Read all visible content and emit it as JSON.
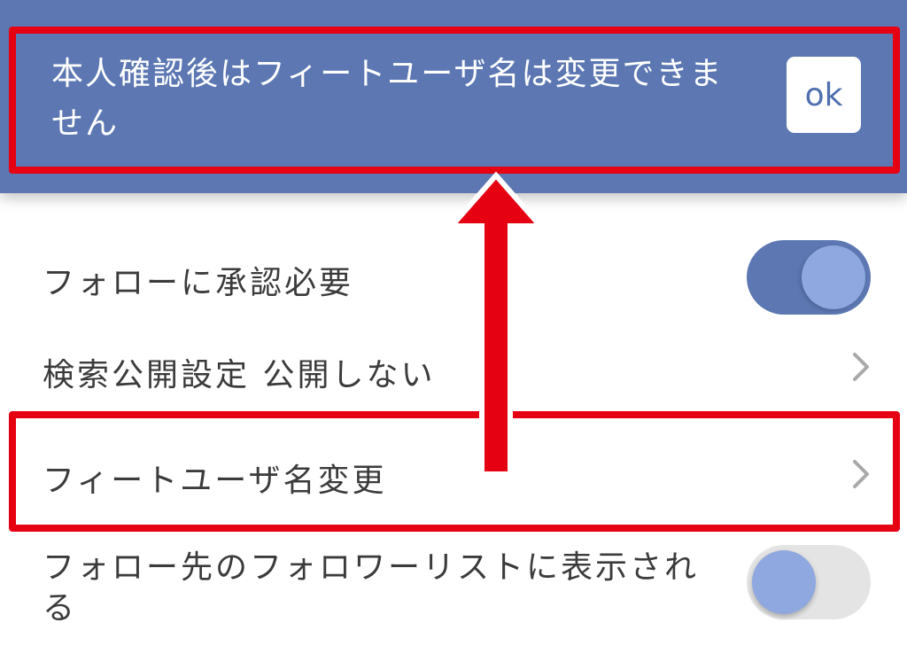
{
  "snackbar": {
    "message": "本人確認後はフィートユーザ名は変更できません",
    "ok_label": "ok"
  },
  "settings": {
    "items": [
      {
        "label": "フォローに承認必要",
        "control": "toggle",
        "state": "on"
      },
      {
        "label": "検索公開設定 公開しない",
        "control": "chevron"
      },
      {
        "label": "フィートユーザ名変更",
        "control": "chevron"
      },
      {
        "label": "フォロー先のフォロワーリストに表示される",
        "control": "toggle",
        "state": "off"
      }
    ]
  },
  "colors": {
    "brand_blue": "#5c77b2",
    "knob_blue": "#8fa8e0",
    "annotation_red": "#e50012"
  },
  "icons": [
    "chevron-right-icon",
    "arrow-up-icon"
  ]
}
